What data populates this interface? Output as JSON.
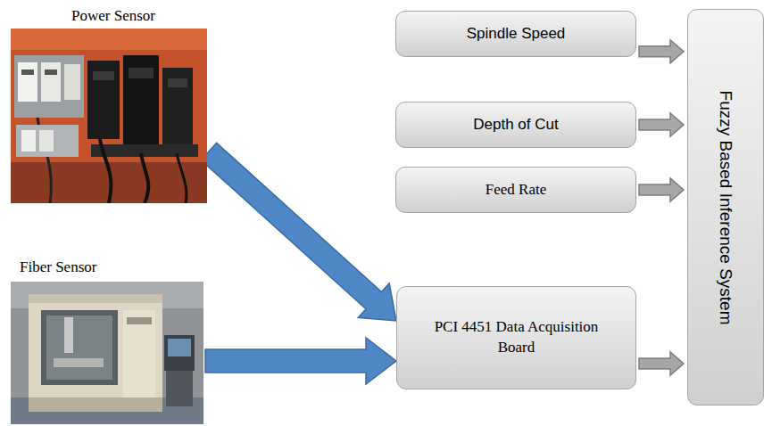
{
  "diagram": {
    "nodes": [
      {
        "text": [
          "Power Sensor"
        ]
      },
      {
        "text": [
          "Spindle Speed"
        ]
      },
      {
        "text": [
          "Depth of Cut"
        ]
      },
      {
        "text": [
          "Feed Rate"
        ]
      },
      {
        "text": [
          "Fiber Sensor"
        ]
      },
      {
        "text": [
          "PCI 4451 Data Acquisition Board"
        ]
      },
      {
        "text": [
          "Fuzzy Based Inference System"
        ]
      }
    ],
    "edges": [
      {
        "from": 0,
        "to": 5,
        "arrow": "to"
      },
      {
        "from": 4,
        "to": 5,
        "arrow": "to"
      },
      {
        "from": 1,
        "to": 6,
        "arrow": "to"
      },
      {
        "from": 2,
        "to": 6,
        "arrow": "to"
      },
      {
        "from": 3,
        "to": 6,
        "arrow": "to"
      },
      {
        "from": 5,
        "to": 6,
        "arrow": "to"
      }
    ]
  }
}
